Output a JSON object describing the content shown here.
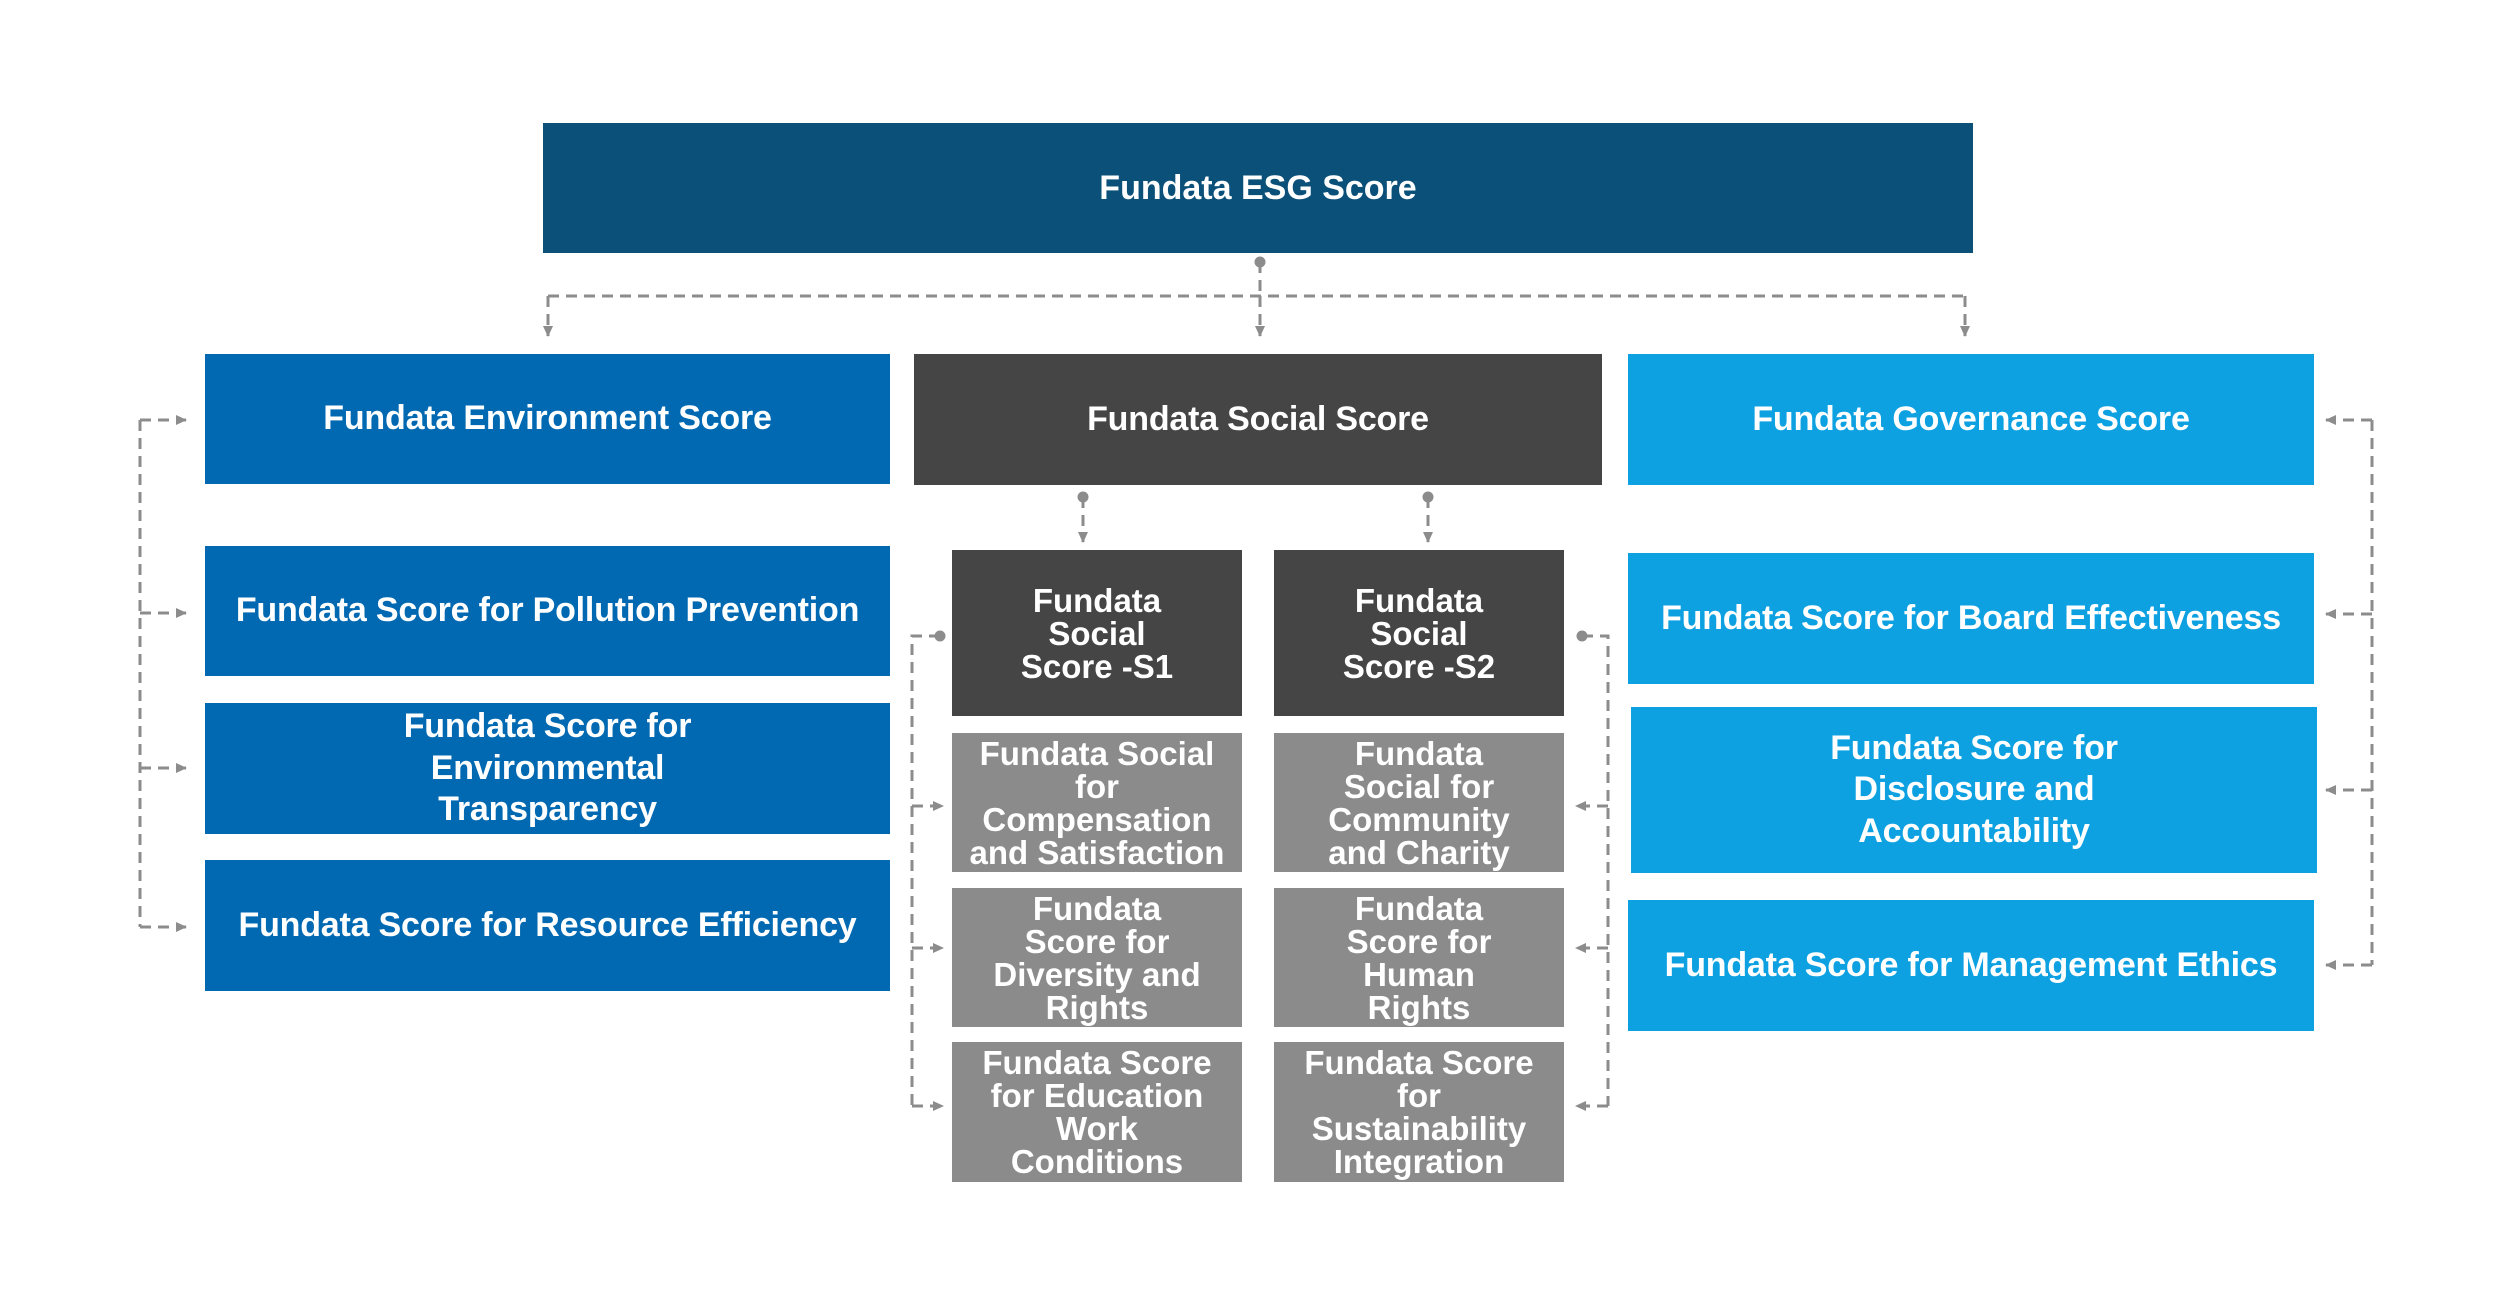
{
  "colors": {
    "root": "#0a5079",
    "environment": "#0169b2",
    "social": "#454545",
    "social_sub": "#8b8b8b",
    "governance": "#0da1e2",
    "connector": "#8c8c8c"
  },
  "root": {
    "label": "Fundata ESG Score"
  },
  "environment": {
    "label": "Fundata Environment Score",
    "items": [
      "Fundata Score for Pollution Prevention",
      "Fundata Score for Environmental Transparency",
      "Fundata Score for Resource Efficiency"
    ]
  },
  "social": {
    "label": "Fundata Social Score",
    "s1": {
      "label": "Fundata Social Score -S1",
      "items": [
        "Fundata Social for Compensation and Satisfaction",
        "Fundata Score for Diversity and Rights",
        "Fundata Score for Education Work Conditions"
      ]
    },
    "s2": {
      "label": "Fundata Social Score -S2",
      "items": [
        "Fundata Social for Community and Charity",
        "Fundata Score for Human Rights",
        "Fundata Score for Sustainability Integration"
      ]
    }
  },
  "governance": {
    "label": "Fundata Governance Score",
    "items": [
      "Fundata Score for Board Effectiveness",
      "Fundata Score for Disclosure and Accountability",
      "Fundata Score for Management Ethics"
    ]
  }
}
